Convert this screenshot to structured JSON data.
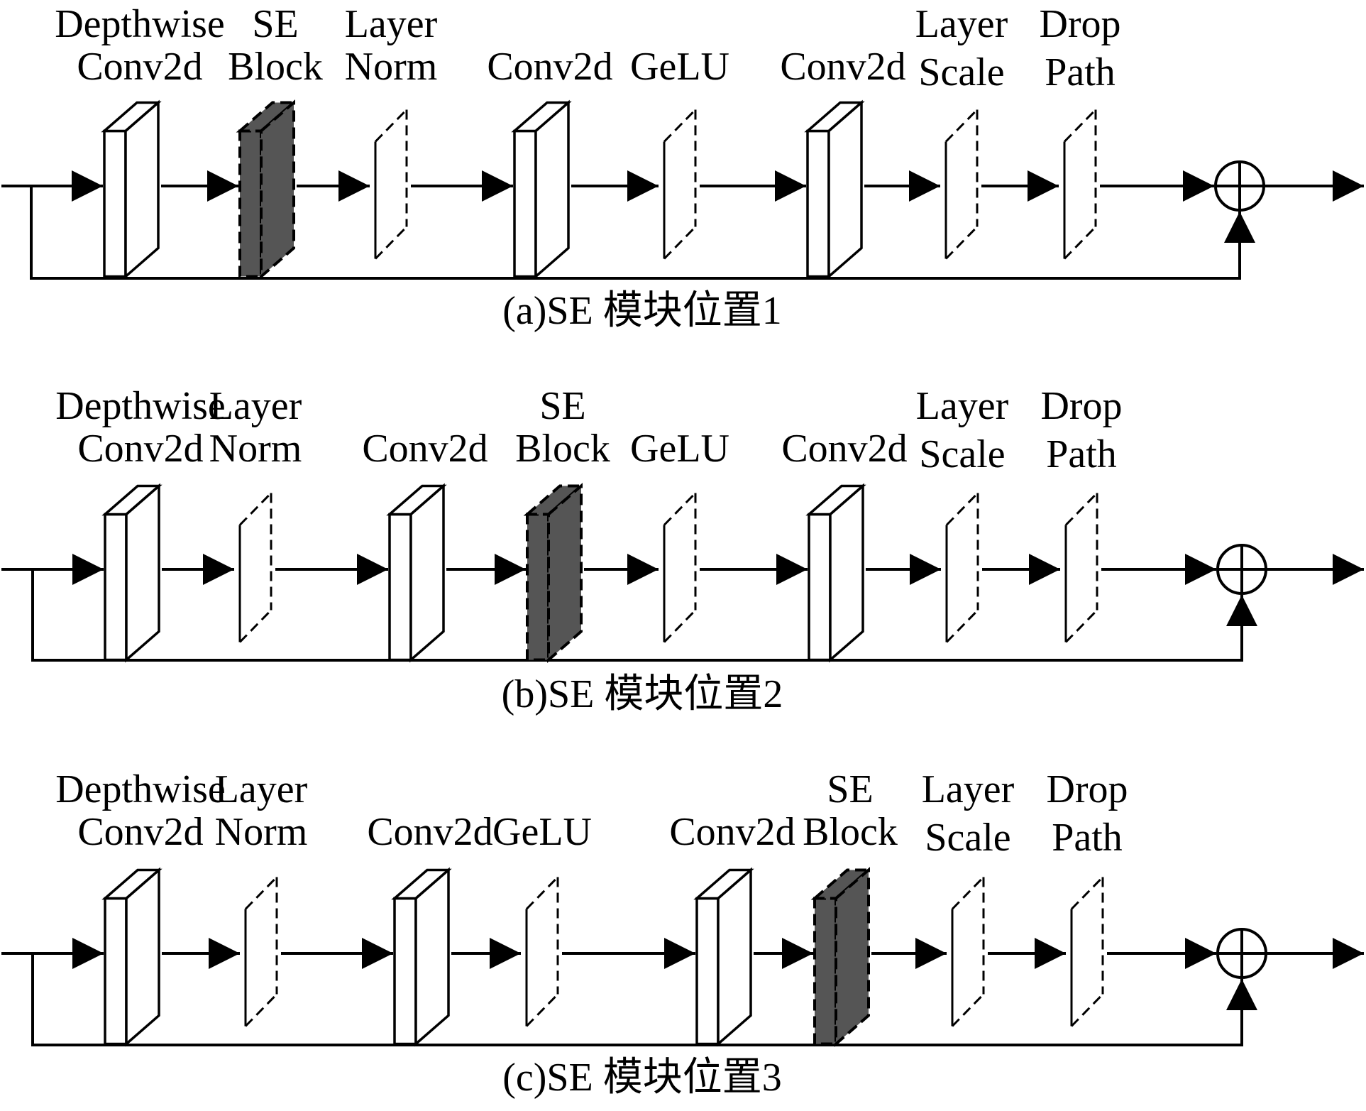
{
  "rows": [
    {
      "caption": "(a)SE 模块位置1",
      "blocks": [
        {
          "type": "conv",
          "label": [
            "Depthwise",
            "Conv2d"
          ]
        },
        {
          "type": "se",
          "label": [
            "SE",
            "Block"
          ]
        },
        {
          "type": "plane",
          "label": [
            "Layer",
            "Norm"
          ]
        },
        {
          "type": "conv",
          "label": [
            "Conv2d"
          ]
        },
        {
          "type": "plane",
          "label": [
            "GeLU"
          ]
        },
        {
          "type": "conv",
          "label": [
            "Conv2d"
          ]
        },
        {
          "type": "plane",
          "label": [
            "Layer",
            "Scale"
          ]
        },
        {
          "type": "plane",
          "label": [
            "Drop",
            "Path"
          ]
        }
      ]
    },
    {
      "caption": "(b)SE 模块位置2",
      "blocks": [
        {
          "type": "conv",
          "label": [
            "Depthwise",
            "Conv2d"
          ]
        },
        {
          "type": "plane",
          "label": [
            "Layer",
            "Norm"
          ]
        },
        {
          "type": "conv",
          "label": [
            "Conv2d"
          ]
        },
        {
          "type": "se",
          "label": [
            "SE",
            "Block"
          ]
        },
        {
          "type": "plane",
          "label": [
            "GeLU"
          ]
        },
        {
          "type": "conv",
          "label": [
            "Conv2d"
          ]
        },
        {
          "type": "plane",
          "label": [
            "Layer",
            "Scale"
          ]
        },
        {
          "type": "plane",
          "label": [
            "Drop",
            "Path"
          ]
        }
      ]
    },
    {
      "caption": "(c)SE 模块位置3",
      "blocks": [
        {
          "type": "conv",
          "label": [
            "Depthwise",
            "Conv2d"
          ]
        },
        {
          "type": "plane",
          "label": [
            "Layer",
            "Norm"
          ]
        },
        {
          "type": "conv",
          "label": [
            "Conv2d"
          ]
        },
        {
          "type": "plane",
          "label": [
            "GeLU"
          ]
        },
        {
          "type": "conv",
          "label": [
            "Conv2d"
          ]
        },
        {
          "type": "se",
          "label": [
            "SE",
            "Block"
          ]
        },
        {
          "type": "plane",
          "label": [
            "Layer",
            "Scale"
          ]
        },
        {
          "type": "plane",
          "label": [
            "Drop",
            "Path"
          ]
        }
      ]
    }
  ],
  "colors": {
    "line": "#000000",
    "conv_fill": "#ffffff",
    "se_fill": "#555555",
    "background": "#ffffff"
  }
}
